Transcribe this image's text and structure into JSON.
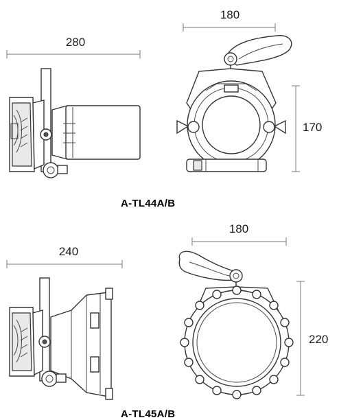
{
  "models": [
    {
      "name": "A-TL44A/B",
      "length": "280",
      "width": "180",
      "height": "170"
    },
    {
      "name": "A-TL45A/B",
      "length": "240",
      "width": "180",
      "height": "220"
    }
  ]
}
